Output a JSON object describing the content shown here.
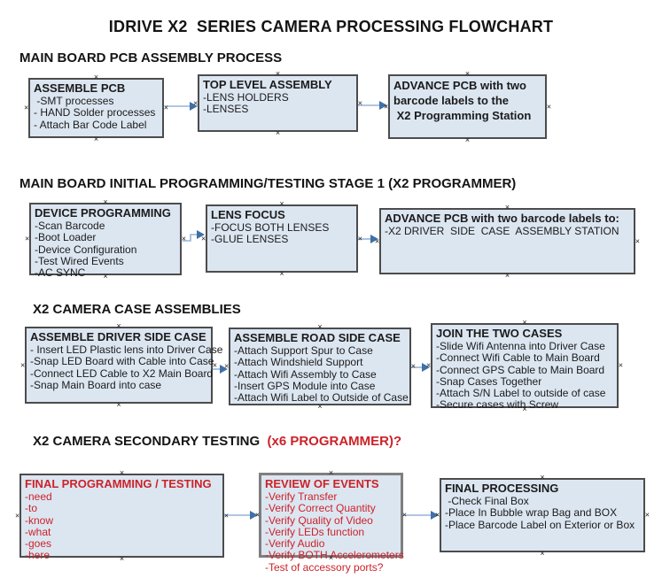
{
  "title": "IDRIVE X2  SERIES CAMERA PROCESSING FLOWCHART",
  "connection_marker": "×",
  "colors": {
    "box_fill": "#dce6f1",
    "box_border": "#4c4c4c",
    "red_text": "#cc2229",
    "arrow_line": "#95b3d7",
    "arrow_head": "#4070a8"
  },
  "sections": [
    {
      "header": "MAIN BOARD PCB ASSEMBLY PROCESS",
      "boxes": [
        {
          "title": "ASSEMBLE PCB",
          "items": [
            " -SMT processes",
            "- HAND Solder processes",
            "- Attach Bar Code Label"
          ]
        },
        {
          "title": "TOP LEVEL ASSEMBLY",
          "items": [
            "-LENS HOLDERS",
            "-LENSES"
          ]
        },
        {
          "title": "ADVANCE PCB with two",
          "items": [
            "barcode labels to the",
            " X2 Programming Station"
          ]
        }
      ]
    },
    {
      "header": "MAIN BOARD INITIAL PROGRAMMING/TESTING STAGE 1 (X2 PROGRAMMER)",
      "boxes": [
        {
          "title": "DEVICE PROGRAMMING",
          "items": [
            "-Scan Barcode",
            "-Boot Loader",
            "-Device Configuration",
            "-Test Wired Events",
            "-AC SYNC"
          ]
        },
        {
          "title": "LENS FOCUS",
          "items": [
            "-FOCUS BOTH LENSES",
            "-GLUE LENSES"
          ]
        },
        {
          "title": "ADVANCE PCB with two barcode labels to:",
          "items": [
            "-X2 DRIVER  SIDE  CASE  ASSEMBLY STATION"
          ]
        }
      ]
    },
    {
      "header": "X2 CAMERA CASE ASSEMBLIES",
      "boxes": [
        {
          "title": "ASSEMBLE DRIVER SIDE CASE",
          "items": [
            "- Insert LED Plastic lens into Driver Case",
            "-Snap LED Board with Cable into Case",
            "-Connect LED Cable to X2 Main Board",
            "-Snap Main Board into case"
          ]
        },
        {
          "title": "ASSEMBLE ROAD SIDE CASE",
          "items": [
            "-Attach Support Spur to Case",
            "-Attach Windshield Support",
            "-Attach Wifi Assembly to Case",
            "-Insert GPS Module into Case",
            "-Attach Wifi Label to Outside of Case"
          ]
        },
        {
          "title": "JOIN THE TWO CASES",
          "items": [
            "-Slide Wifi Antenna into Driver Case",
            "-Connect Wifi Cable to Main Board",
            "-Connect GPS Cable to Main Board",
            "-Snap Cases Together",
            "-Attach S/N Label to outside of case",
            "-Secure cases with Screw"
          ]
        }
      ]
    },
    {
      "header": "X2 CAMERA SECONDARY TESTING  ",
      "header_red": "(x6 PROGRAMMER)?",
      "boxes": [
        {
          "title": "FINAL PROGRAMMING / TESTING",
          "items": [
            "-need",
            "-to",
            "-know",
            "-what",
            "-goes",
            "-here"
          ]
        },
        {
          "title": "REVIEW OF EVENTS",
          "items": [
            "-Verify Transfer",
            "-Verify Correct Quantity",
            "-Verify Quality of Video",
            "-Verify LEDs function",
            "-Verify Audio",
            "-Verify BOTH Accelerometers",
            "-Test of accessory ports?"
          ]
        },
        {
          "title": "FINAL PROCESSING",
          "items": [
            " -Check Final Box",
            "-Place In Bubble wrap Bag and BOX",
            "-Place Barcode Label on Exterior or Box"
          ]
        }
      ]
    }
  ]
}
